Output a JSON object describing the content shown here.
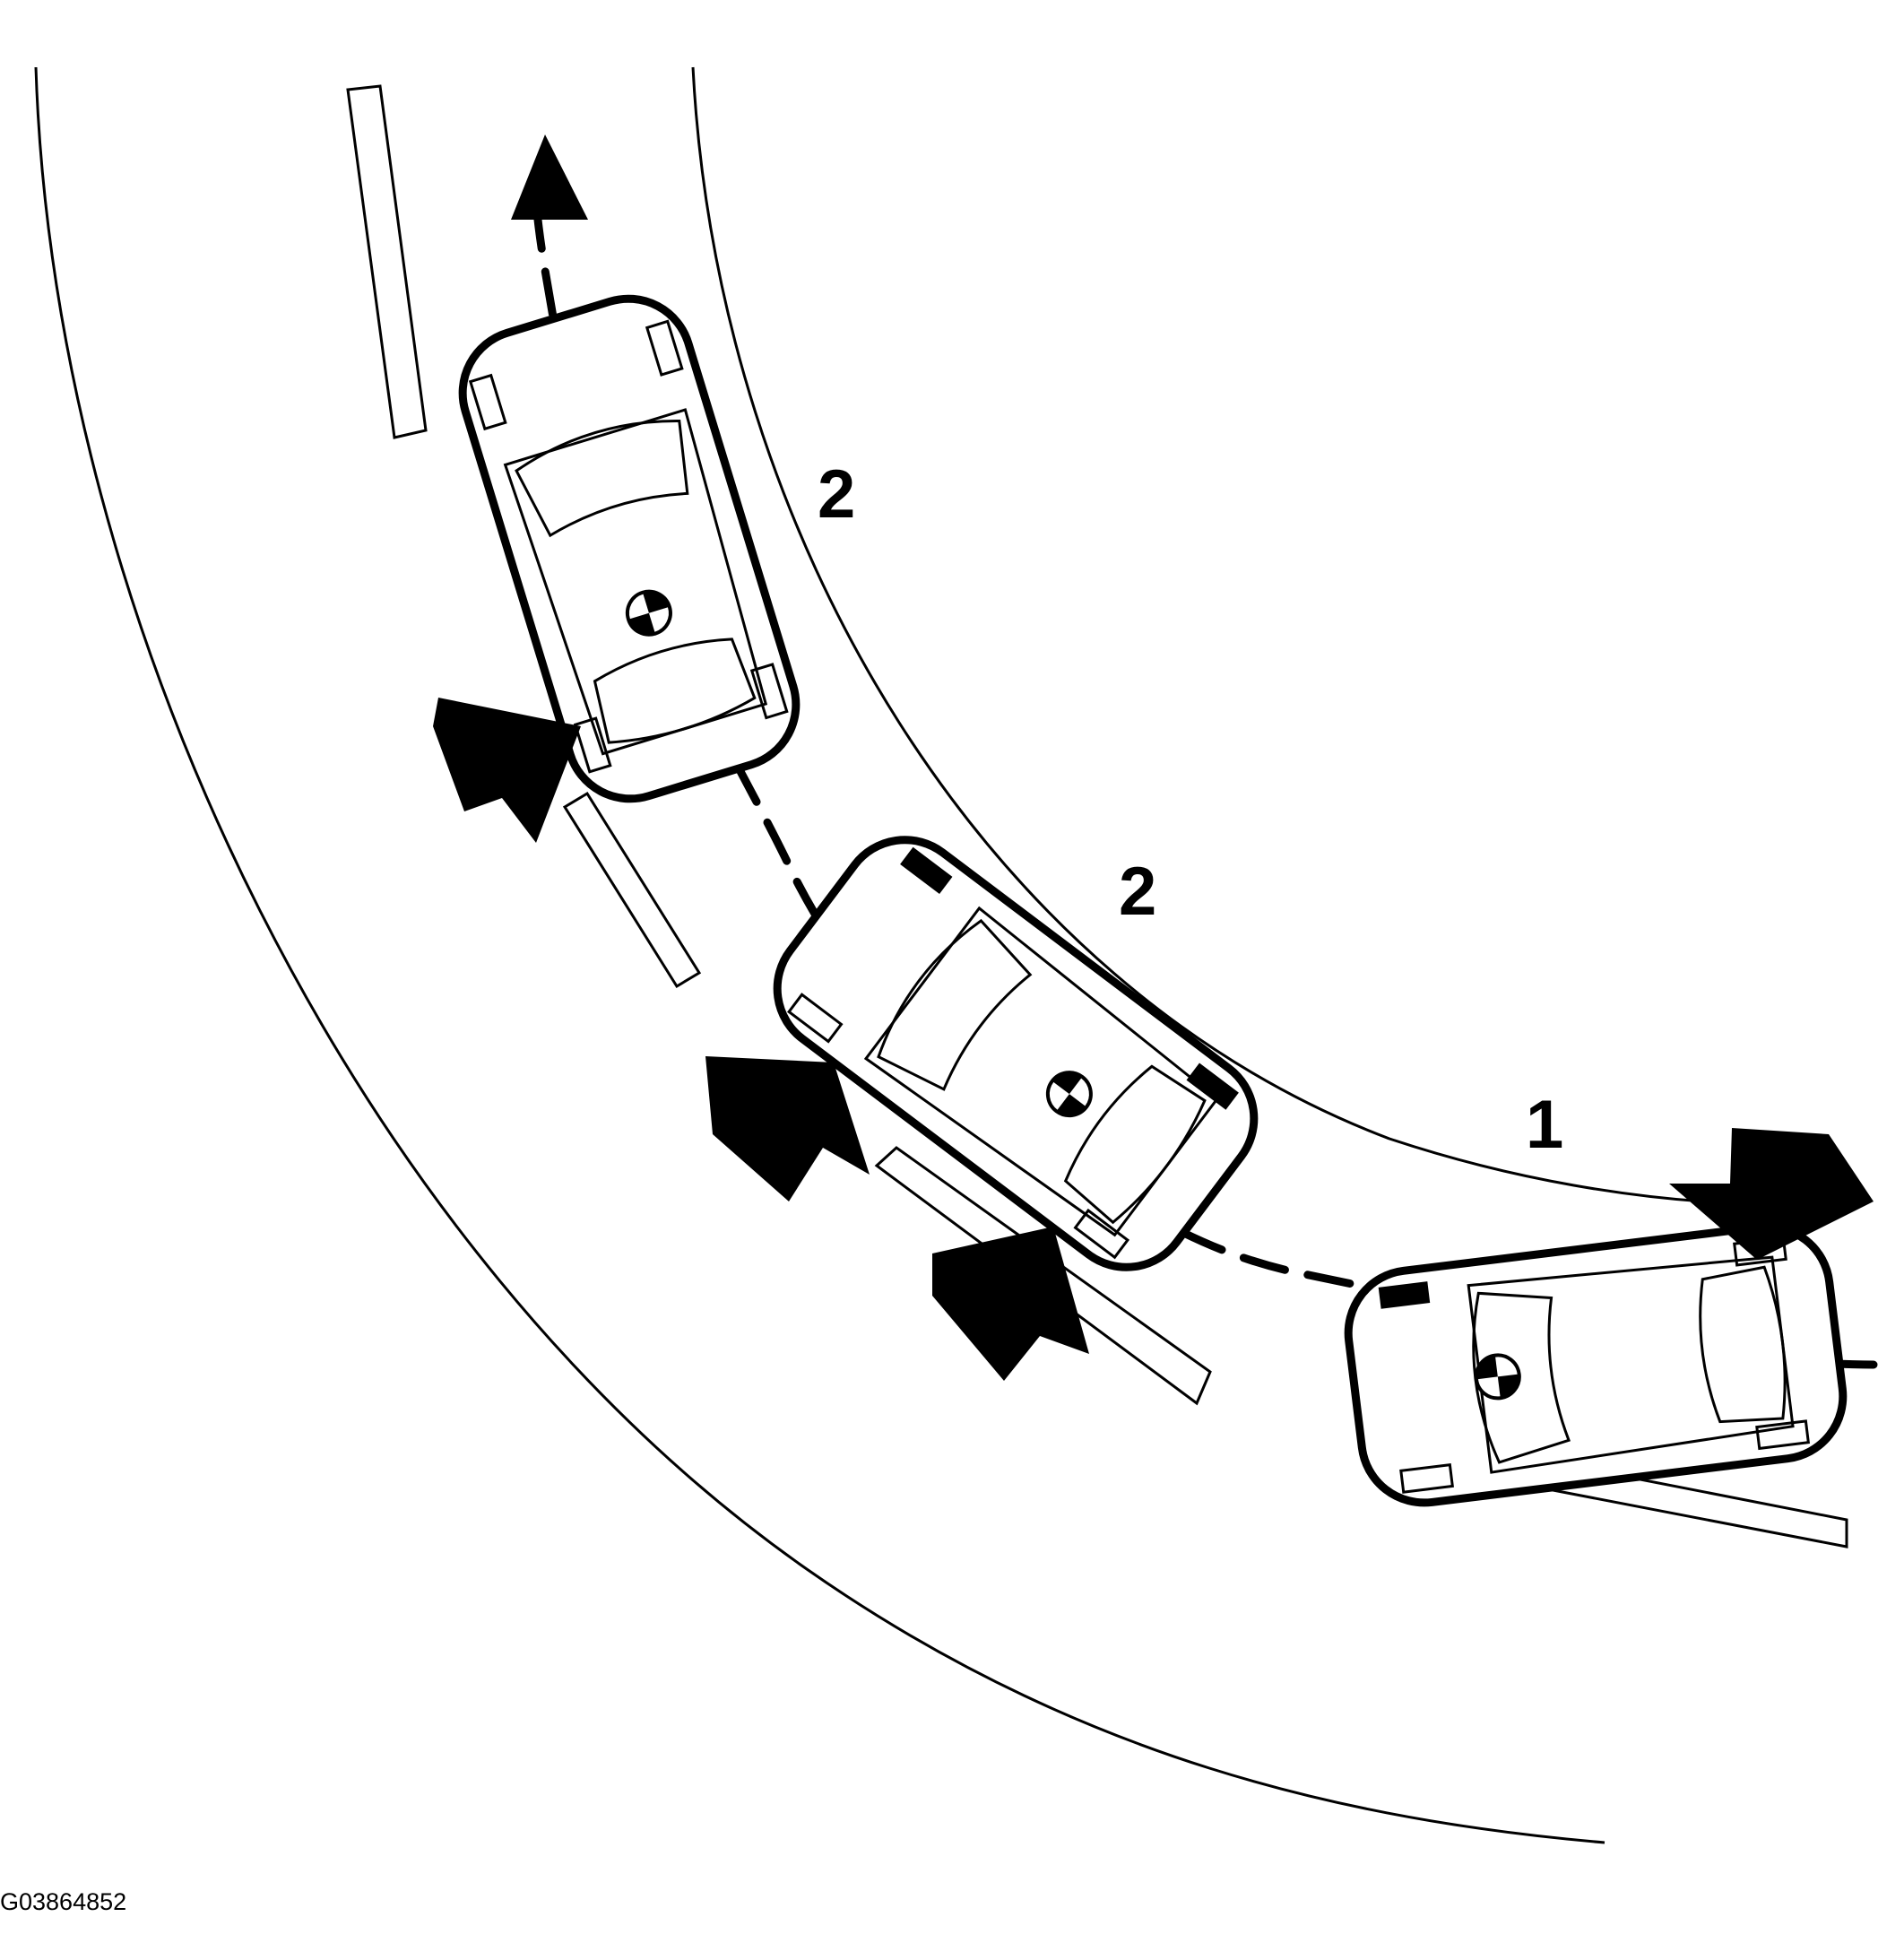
{
  "figure": {
    "id_label": "G03864852"
  },
  "callouts": {
    "top_car": "2",
    "middle_car": "2",
    "right_car": "1"
  }
}
